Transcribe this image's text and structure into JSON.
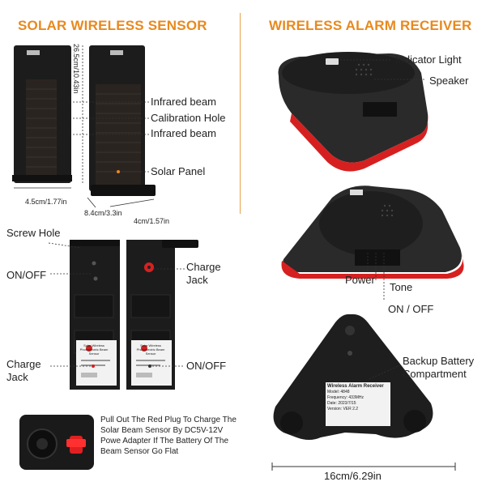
{
  "left_title": "SOLAR WIRELESS SENSOR",
  "right_title": "WIRELESS ALARM RECEIVER",
  "sensor_labels": {
    "height_dim": "26.5cm/10.43in",
    "infrared_beam_top": "Infrared beam",
    "calibration_hole": "Calibration Hole",
    "infrared_beam_bottom": "Infrared beam",
    "solar_panel": "Solar Panel",
    "width_dim": "4.5cm/1.77in",
    "depth_dim": "8.4cm/3.3in",
    "base_dim": "4cm/1.57in"
  },
  "back_labels": {
    "screw_hole": "Screw Hole",
    "on_off_left": "ON/OFF",
    "charge_jack_right": "Charge\nJack",
    "charge_jack_left": "Charge\nJack",
    "on_off_right": "ON/OFF"
  },
  "receiver_labels": {
    "indicator_light": "Indicator Light",
    "speaker": "Speaker",
    "power": "Power",
    "tone": "Tone",
    "on_off": "ON / OFF",
    "backup_battery": "Backup Battery\nCompartment",
    "width_dim": "16cm/6.29in"
  },
  "plug_note": "Pull Out The Red Plug To Charge The Solar Beam Sensor By DC5V-12V Powe Adapter If The Battery Of The Beam Sensor Go Flat",
  "sticker_text": "Solar Wireless Photoelectric Beam Sensor",
  "bottom_sticker": {
    "title": "Wireless Alarm Receiver",
    "model": "Model: 4848",
    "line2": "Frequency: 433MHz",
    "line3": "Date: 2023/7/15",
    "line4": "Version: VER 2.2"
  },
  "colors": {
    "accent": "#e8891e",
    "red": "#d62020",
    "device": "#1c1c1c"
  }
}
